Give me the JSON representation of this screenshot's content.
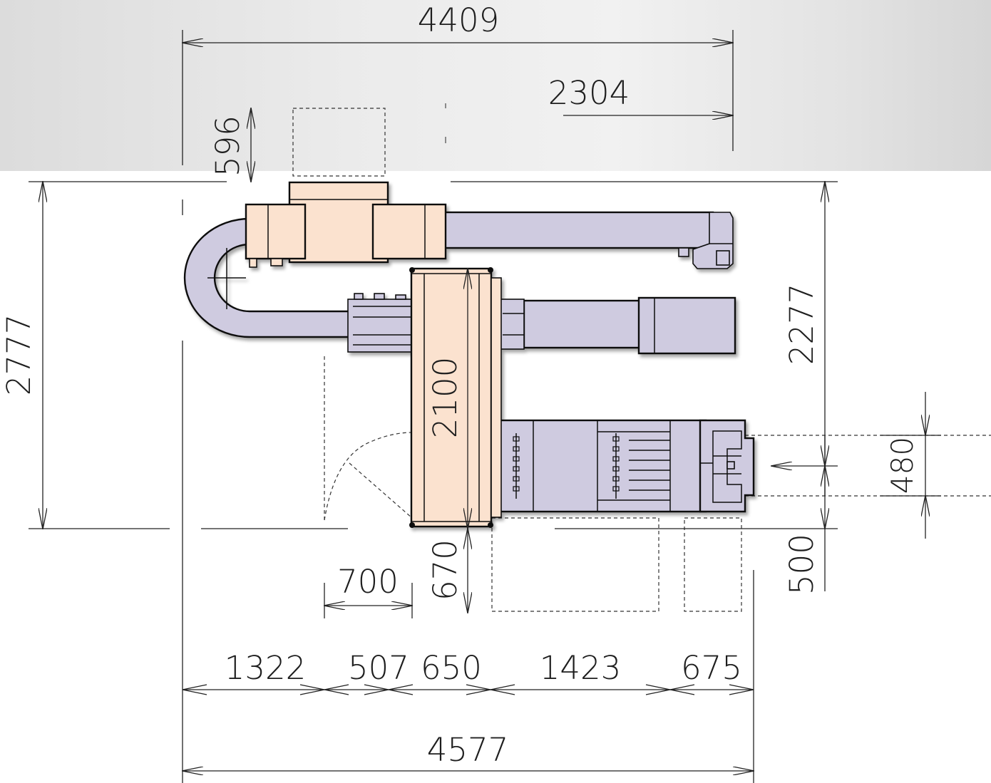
{
  "dimensions": {
    "top_total_width": "4409",
    "top_partial_width": "2304",
    "top_offset": "596",
    "left_total_height": "2777",
    "right_height": "2277",
    "center_length": "2100",
    "feed_width": "480",
    "bottom_clearance": "500",
    "lower_offset": "670",
    "door_width": "700",
    "segment_1": "1322",
    "segment_2": "507",
    "segment_3": "650",
    "segment_4": "1423",
    "segment_5": "675",
    "bottom_total_width": "4577"
  },
  "colors": {
    "machine_fill": "#cfcbe0",
    "conveyor_fill": "#fbe2cf",
    "line": "#111111"
  }
}
